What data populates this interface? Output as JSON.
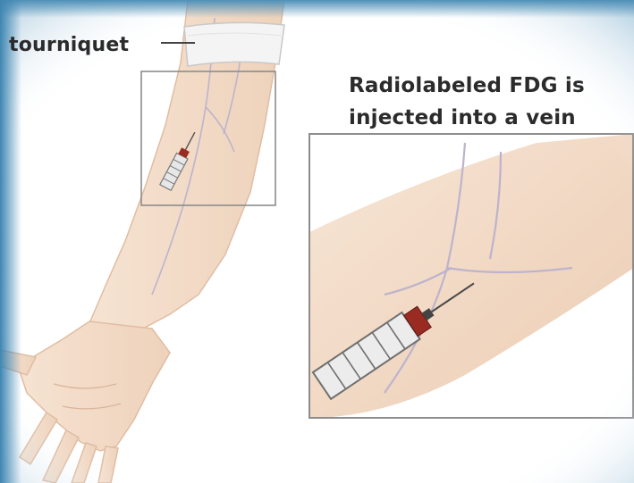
{
  "labels": {
    "tourniquet": "tourniquet",
    "caption_line1": "Radiolabeled FDG is",
    "caption_line2": "injected into a vein"
  },
  "colors": {
    "frame_blue": "#5f9bc0",
    "skin": "#f3ddc9",
    "skin_shadow": "#e2bea4",
    "vein": "#b9b3c8",
    "box_border": "#8c8c8c",
    "tourniquet": "#f4f4f4",
    "syringe_cap": "#9a2b22",
    "text": "#2b2b2b"
  },
  "icons": [
    "arm-illustration",
    "hand-illustration",
    "tourniquet-band",
    "syringe-icon",
    "zoom-syringe-icon"
  ]
}
